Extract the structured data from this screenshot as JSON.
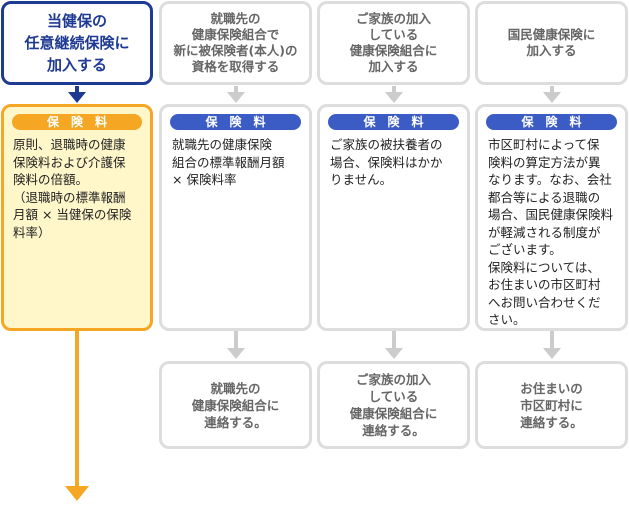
{
  "columns": [
    {
      "id": "continue",
      "active": true,
      "top_label": "当健保の\n任意継続保険に\n加入する",
      "badge_label": "保険料",
      "text": "原則、退職時の健康\n保険料および介護保\n険料の倍額。\n（退職時の標準報酬\n月額 × 当健保の保険\n料率）",
      "bottom_label": null
    },
    {
      "id": "new-employer",
      "active": false,
      "top_label": "就職先の\n健康保険組合で\n新に被保険者(本人)の\n資格を取得する",
      "badge_label": "保険料",
      "text": "就職先の健康保険\n組合の標準報酬月額\n× 保険料率",
      "bottom_label": "就職先の\n健康保険組合に\n連絡する。"
    },
    {
      "id": "family",
      "active": false,
      "top_label": "ご家族の加入\nしている\n健康保険組合に\n加入する",
      "badge_label": "保険料",
      "text": "ご家族の被扶養者の\n場合、保険料はかか\nりません。",
      "bottom_label": "ご家族の加入\nしている\n健康保険組合に\n連絡する。"
    },
    {
      "id": "national",
      "active": false,
      "top_label": "国民健康保険に\n加入する",
      "badge_label": "保険料",
      "text": "市区町村によって保\n険料の算定方法が異\nなります。なお、会社\n都合等による退職の\n場合、国民健康保険料\nが軽減される制度が\nございます。\n保険料については、\nお住まいの市区町村\nへお問い合わせくだ\nさい。",
      "bottom_label": "お住まいの\n市区町村に\n連絡する。"
    }
  ],
  "colors": {
    "navy": "#1f3a93",
    "orange": "#f5a623",
    "blue_badge": "#3b5cc4",
    "gray": "#dddddd",
    "light_yellow": "#fff6c9"
  }
}
